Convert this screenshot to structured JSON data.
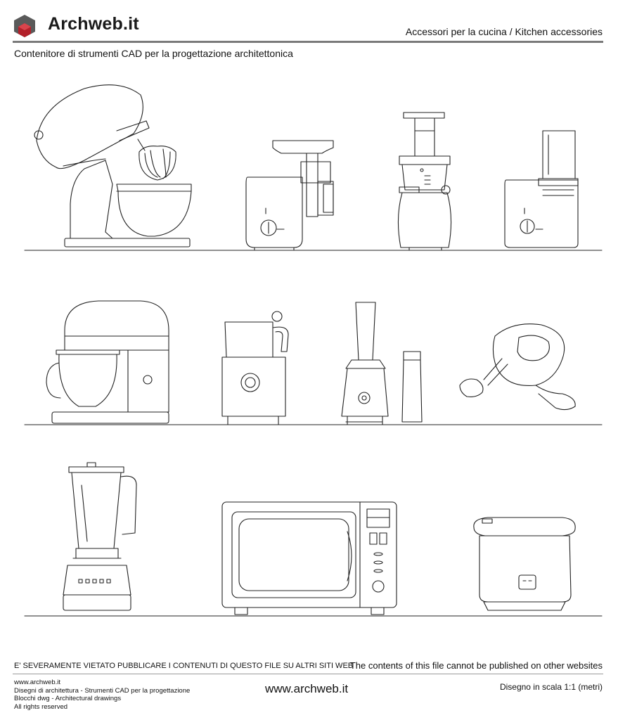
{
  "header": {
    "brand": "Archweb.it",
    "category": "Accessori per la cucina / Kitchen accessories",
    "subtitle": "Contenitore di strumenti CAD per la progettazione architettonica"
  },
  "drawing": {
    "shelf_rows": 3,
    "objects_per_row": [
      4,
      4,
      3
    ]
  },
  "footer": {
    "notice_it": "E' SEVERAMENTE VIETATO PUBBLICARE I CONTENUTI DI QUESTO FILE SU ALTRI SITI WEB",
    "notice_en": "The contents of this file cannot be published on other websites",
    "info_lines": [
      "www.archweb.it",
      "Disegni di architettura - Strumenti CAD  per la progettazione",
      "Blocchi dwg - Architectural drawings",
      "All rights reserved"
    ],
    "site": "www.archweb.it",
    "scale": "Disegno in scala 1:1 (metri)"
  },
  "colors": {
    "logo_red": "#b3202a",
    "logo_grey": "#5a5a5a",
    "rule": "#7a7a7a"
  }
}
